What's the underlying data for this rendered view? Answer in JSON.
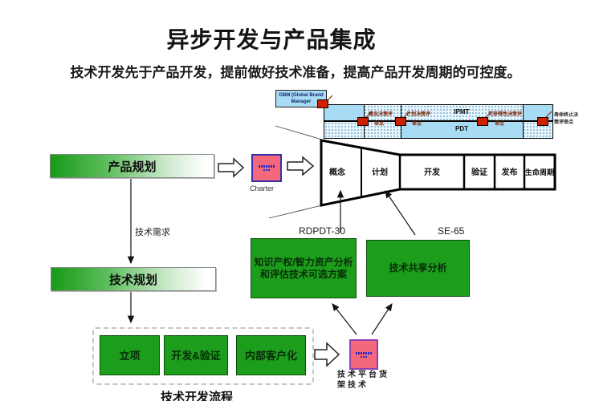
{
  "title": "异步开发与产品集成",
  "subtitle": "技术开发先于产品开发，提前做好技术准备，提高产品开发周期的可控度。",
  "gbm_box": {
    "line1": "GBM (Global Brand",
    "line2": "Manager"
  },
  "band": {
    "ipmt_label": "IPMT",
    "pdt_label": "PDT"
  },
  "checkpoints": [
    {
      "line1": "概念决策评",
      "line2": "审点"
    },
    {
      "line1": "计划决策评",
      "line2": "审点"
    },
    {
      "line1": "可获得性决策评",
      "line2": "审点"
    },
    {
      "line1": "寿命终止决",
      "line2": "策评审点"
    }
  ],
  "funnel": {
    "stages": [
      "概念",
      "计划",
      "开发",
      "验证",
      "发布",
      "生命周期"
    ]
  },
  "left_flow": {
    "product_planning": "产品规划",
    "charter_label": "Charter",
    "tech_requirement": "技术需求",
    "tech_planning": "技术规划"
  },
  "middle": {
    "rdpdt_label": "RDPDT-30",
    "se_label": "SE-65",
    "ip_box_line1": "知识产权/智力资产分析",
    "ip_box_line2": "和评估技术可选方案",
    "share_box_label": "技术共享分析"
  },
  "bottom": {
    "steps": [
      "立项",
      "开发&验证",
      "内部客户化"
    ],
    "process_label": "技术开发流程",
    "platform_line1": "技术平台货",
    "platform_line2": "架技术"
  },
  "colors": {
    "green_solid": "#1c9e1c",
    "green_gradient_start": "#169a16",
    "blue_bar": "#a8dcf4",
    "pink_box": "#f4687c",
    "checkpoint_red": "#cc2200"
  }
}
